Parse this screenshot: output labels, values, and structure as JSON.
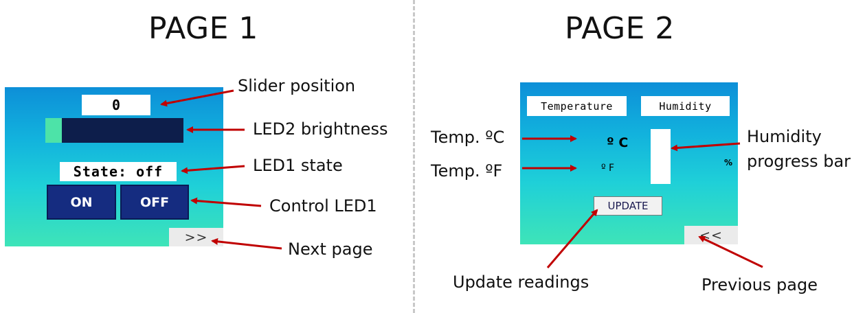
{
  "page1": {
    "title": "PAGE 1",
    "slider_position_value": "0",
    "led2_brightness_level": 0.12,
    "led1_state_text": "State: off",
    "on_label": "ON",
    "off_label": "OFF",
    "next_label": ">>"
  },
  "page2": {
    "title": "PAGE 2",
    "temperature_header": "Temperature",
    "humidity_header": "Humidity",
    "temp_c_unit": "º C",
    "temp_f_unit": "º F",
    "humidity_unit": "%",
    "update_label": "UPDATE",
    "prev_label": "<<"
  },
  "annotations": {
    "slider_position": "Slider position",
    "led2_brightness": "LED2 brightness",
    "led1_state": "LED1 state",
    "control_led1": "Control LED1",
    "next_page": "Next page",
    "temp_c": "Temp. ºC",
    "temp_f": "Temp. ºF",
    "humidity_bar_line1": "Humidity",
    "humidity_bar_line2": "progress bar",
    "update_readings": "Update readings",
    "previous_page": "Previous page"
  },
  "colors": {
    "arrow": "#c00000",
    "button_dark": "#152c80",
    "slider_track": "#0d1e4b",
    "slider_fill": "#4de3a8"
  }
}
